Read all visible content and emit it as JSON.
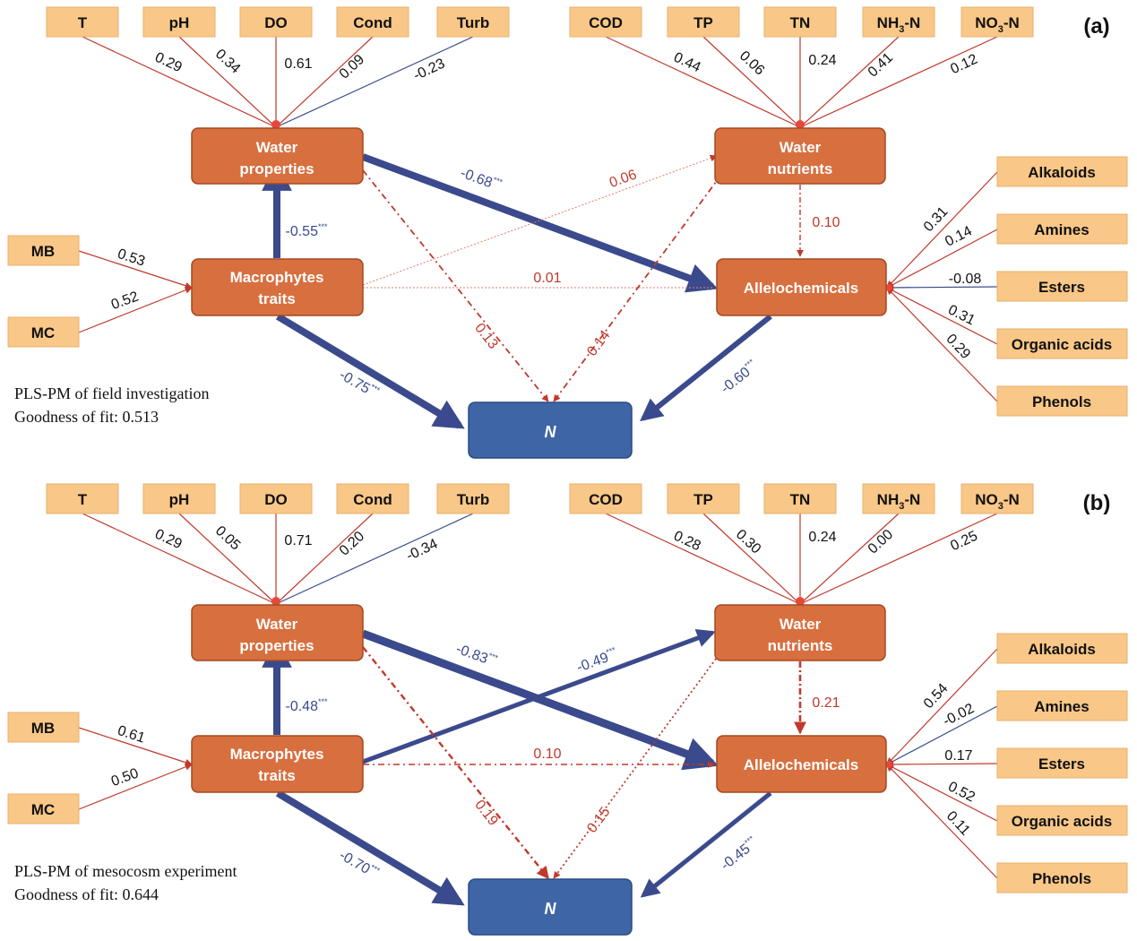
{
  "colors": {
    "positive": "#C0392B",
    "negative": "#3B4A8C",
    "indicator_fill": "#F9C787",
    "latent_fill": "#D86F3F",
    "outcome_fill": "#3E66A6"
  },
  "panels": [
    {
      "letter": "(a)",
      "note_line1": "PLS-PM of field investigation",
      "note_line2": "Goodness of fit: 0.513",
      "latent": {
        "wp_line1": "Water",
        "wp_line2": "properties",
        "wn_line1": "Water",
        "wn_line2": "nutrients",
        "mt_line1": "Macrophytes",
        "mt_line2": "traits",
        "al": "Allelochemicals",
        "n": "N"
      },
      "wp_indicators": [
        {
          "name": "T",
          "loading": "0.29"
        },
        {
          "name": "pH",
          "loading": "0.34"
        },
        {
          "name": "DO",
          "loading": "0.61"
        },
        {
          "name": "Cond",
          "loading": "0.09"
        },
        {
          "name": "Turb",
          "loading": "-0.23"
        }
      ],
      "wn_indicators": [
        {
          "name": "COD",
          "loading": "0.44"
        },
        {
          "name": "TP",
          "loading": "0.06"
        },
        {
          "name": "TN",
          "loading": "0.24"
        },
        {
          "name": "NH3-N",
          "loading": "0.41"
        },
        {
          "name": "NO3-N",
          "loading": "0.12"
        }
      ],
      "mt_indicators": [
        {
          "name": "MB",
          "loading": "0.53"
        },
        {
          "name": "MC",
          "loading": "0.52"
        }
      ],
      "al_indicators": [
        {
          "name": "Alkaloids",
          "loading": "0.31"
        },
        {
          "name": "Amines",
          "loading": "0.14"
        },
        {
          "name": "Esters",
          "loading": "-0.08"
        },
        {
          "name": "Organic acids",
          "loading": "0.31"
        },
        {
          "name": "Phenols",
          "loading": "0.29"
        }
      ],
      "paths": {
        "wp_al": "-0.68",
        "wp_al_sig": "***",
        "mt_wn": "0.06",
        "wn_al": "0.10",
        "mt_wp": "-0.55",
        "mt_wp_sig": "***",
        "mt_al": "0.01",
        "wp_n": "0.13",
        "wn_n": "0.14",
        "mt_n": "-0.75",
        "mt_n_sig": "***",
        "al_n": "-0.60",
        "al_n_sig": "***"
      }
    },
    {
      "letter": "(b)",
      "note_line1": "PLS-PM of mesocosm experiment",
      "note_line2": "Goodness of fit: 0.644",
      "latent": {
        "wp_line1": "Water",
        "wp_line2": "properties",
        "wn_line1": "Water",
        "wn_line2": "nutrients",
        "mt_line1": "Macrophytes",
        "mt_line2": "traits",
        "al": "Allelochemicals",
        "n": "N"
      },
      "wp_indicators": [
        {
          "name": "T",
          "loading": "0.29"
        },
        {
          "name": "pH",
          "loading": "0.05"
        },
        {
          "name": "DO",
          "loading": "0.71"
        },
        {
          "name": "Cond",
          "loading": "0.20"
        },
        {
          "name": "Turb",
          "loading": "-0.34"
        }
      ],
      "wn_indicators": [
        {
          "name": "COD",
          "loading": "0.28"
        },
        {
          "name": "TP",
          "loading": "0.30"
        },
        {
          "name": "TN",
          "loading": "0.24"
        },
        {
          "name": "NH3-N",
          "loading": "0.00"
        },
        {
          "name": "NO3-N",
          "loading": "0.25"
        }
      ],
      "mt_indicators": [
        {
          "name": "MB",
          "loading": "0.61"
        },
        {
          "name": "MC",
          "loading": "0.50"
        }
      ],
      "al_indicators": [
        {
          "name": "Alkaloids",
          "loading": "0.54"
        },
        {
          "name": "Amines",
          "loading": "-0.02"
        },
        {
          "name": "Esters",
          "loading": "0.17"
        },
        {
          "name": "Organic acids",
          "loading": "0.52"
        },
        {
          "name": "Phenols",
          "loading": "0.11"
        }
      ],
      "paths": {
        "wp_al": "-0.83",
        "wp_al_sig": "***",
        "mt_wn": "-0.49",
        "mt_wn_sig": "***",
        "wn_al": "0.21",
        "mt_wp": "-0.48",
        "mt_wp_sig": "***",
        "mt_al": "0.10",
        "wp_n": "0.19",
        "wn_n": "0.15",
        "mt_n": "-0.70",
        "mt_n_sig": "***",
        "al_n": "-0.45",
        "al_n_sig": "***"
      }
    }
  ]
}
